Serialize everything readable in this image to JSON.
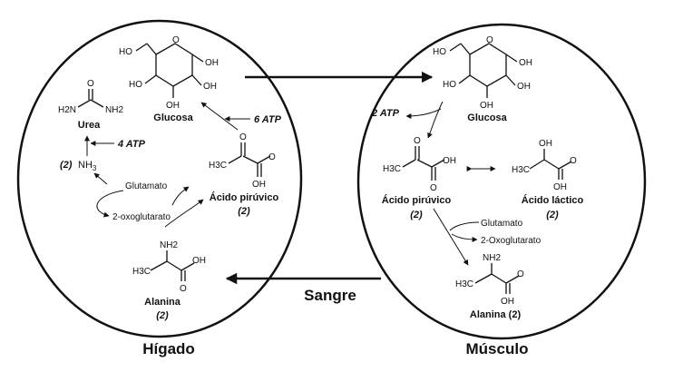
{
  "organs": {
    "liver": "Hígado",
    "muscle": "Músculo",
    "blood": "Sangre"
  },
  "liver": {
    "glucose": "Glucosa",
    "atp_6": "6 ATP",
    "atp_4": "4 ATP",
    "urea": "Urea",
    "nh3_coef": "(2)",
    "nh3": "NH",
    "nh3_sub": "3",
    "urea_nh2_a": "H2N",
    "urea_nh2_b": "NH2",
    "urea_o": "O",
    "glutamate": "Glutamato",
    "oxoglutarate": "2-oxoglutarato",
    "pyruvate": "Ácido pirúvico",
    "pyruvate_coef": "(2)",
    "alanine": "Alanina",
    "alanine_coef": "(2)"
  },
  "muscle": {
    "glucose": "Glucosa",
    "atp_2": "2 ATP",
    "pyruvate": "Ácido pirúvico",
    "pyruvate_coef": "(2)",
    "lactic": "Ácido láctico",
    "lactic_coef": "(2)",
    "glutamate": "Glutamato",
    "oxoglutarate": "2-Oxoglutarato",
    "alanine": "Alanina (2)"
  },
  "atoms": {
    "ho": "HO",
    "oh": "OH",
    "o": "O",
    "h3c": "H3C",
    "nh2": "NH2"
  }
}
